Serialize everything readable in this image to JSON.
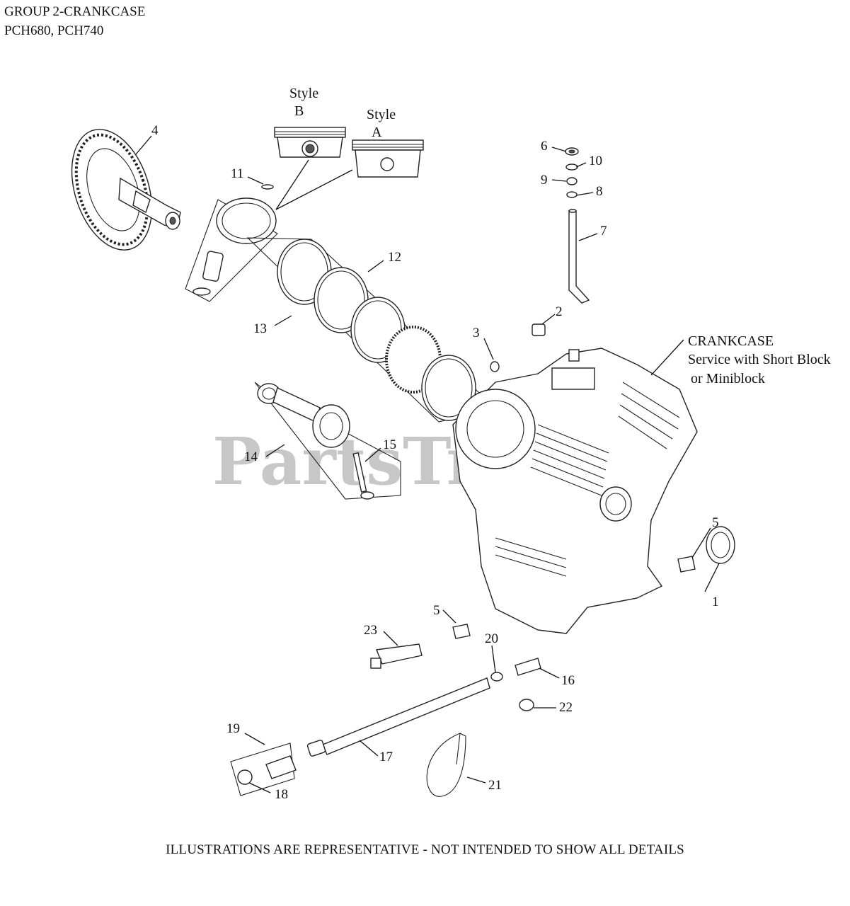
{
  "header": {
    "line1": "GROUP 2-CRANKCASE",
    "line2": "PCH680, PCH740"
  },
  "watermark": "PartsTree",
  "footer": "ILLUSTRATIONS ARE REPRESENTATIVE - NOT INTENDED TO SHOW ALL DETAILS",
  "style_labels": {
    "style": "Style",
    "b": "B",
    "a": "A"
  },
  "crankcase_note": {
    "line1": "CRANKCASE",
    "line2": "Service with Short Block",
    "line3": "or Miniblock"
  },
  "callouts": {
    "c1": "1",
    "c2": "2",
    "c3": "3",
    "c4": "4",
    "c5a": "5",
    "c5b": "5",
    "c6": "6",
    "c7": "7",
    "c8": "8",
    "c9": "9",
    "c10": "10",
    "c11": "11",
    "c12": "12",
    "c13": "13",
    "c14": "14",
    "c15": "15",
    "c16": "16",
    "c17": "17",
    "c18": "18",
    "c19": "19",
    "c20": "20",
    "c21": "21",
    "c22": "22",
    "c23": "23"
  }
}
